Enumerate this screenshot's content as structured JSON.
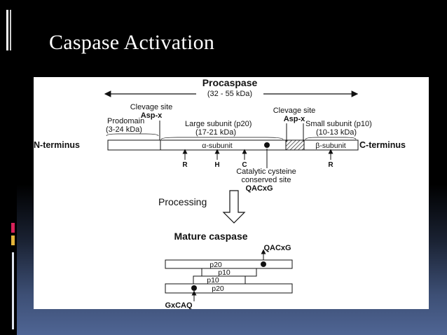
{
  "slide": {
    "title": "Caspase  Activation",
    "accent_colors": {
      "pink": "#d9225a",
      "gold": "#e3b43a",
      "teal": "#5bb9b5"
    }
  },
  "diagram": {
    "procaspase_label": "Procaspase",
    "procaspase_size": "(32 - 55 kDa)",
    "cleavage_site_1": "Clevage site",
    "asp_x_1": "Asp-x",
    "cleavage_site_2": "Clevage site",
    "asp_x_2": "Asp-x",
    "prodomain": "Prodomain",
    "prodomain_size": "(3-24 kDa)",
    "large_subunit": "Large subunit (p20)",
    "large_subunit_size": "(17-21 kDa)",
    "small_subunit": "Small subunit (p10)",
    "small_subunit_size": "(10-13 kDa)",
    "n_terminus": "N-terminus",
    "c_terminus": "C-terminus",
    "alpha_subunit": "α-subunit",
    "beta_subunit": "β-subunit",
    "residue_r1": "R",
    "residue_h": "H",
    "residue_c": "C",
    "residue_r2": "R",
    "catalytic_line1": "Catalytic cysteine",
    "catalytic_line2": "conserved site",
    "motif_1": "QACxG",
    "processing": "Processing",
    "mature_caspase": "Mature caspase",
    "motif_2": "QACxG",
    "p20_top": "p20",
    "p10_upper": "p10",
    "p10_lower": "p10",
    "p20_bottom": "p20",
    "motif_3": "GxCAQ"
  }
}
